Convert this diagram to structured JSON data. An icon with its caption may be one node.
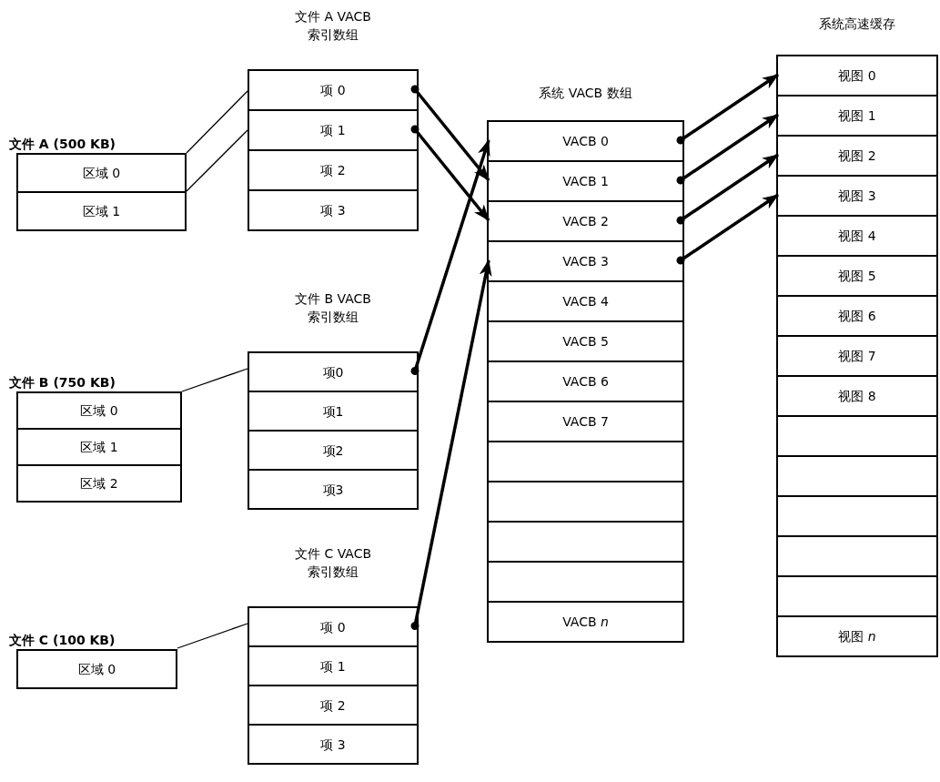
{
  "diagram": {
    "nodes": [
      {
        "text": [
          "文件 A (500 KB)"
        ]
      },
      {
        "text": [
          "区域 0"
        ],
        "in": 0
      },
      {
        "text": [
          "区域 1"
        ],
        "in": 0
      },
      {
        "text": [
          "文件 A VACB 索引数组"
        ]
      },
      {
        "text": [
          "项 0"
        ],
        "in": 3
      },
      {
        "text": [
          "项 1"
        ],
        "in": 3
      },
      {
        "text": [
          "项 2"
        ],
        "in": 3
      },
      {
        "text": [
          "项 3"
        ],
        "in": 3
      },
      {
        "text": [
          "系统 VACB 数组"
        ]
      },
      {
        "text": [
          "VACB 0"
        ],
        "in": 8
      },
      {
        "text": [
          "VACB 1"
        ],
        "in": 8
      },
      {
        "text": [
          "VACB 2"
        ],
        "in": 8
      },
      {
        "text": [
          "VACB 3"
        ],
        "in": 8
      },
      {
        "text": [
          "VACB 4"
        ],
        "in": 8
      },
      {
        "text": [
          "VACB 5"
        ],
        "in": 8
      },
      {
        "text": [
          "VACB 6"
        ],
        "in": 8
      },
      {
        "text": [
          "VACB 7"
        ],
        "in": 8
      },
      {
        "text": [],
        "shape": "box",
        "in": 8
      },
      {
        "text": [],
        "shape": "box",
        "in": 8
      },
      {
        "text": [],
        "shape": "box",
        "in": 8
      },
      {
        "text": [],
        "shape": "box",
        "in": 8
      },
      {
        "text": [
          "VACB *n*"
        ],
        "in": 8
      },
      {
        "text": [
          "系统高速缓存"
        ]
      },
      {
        "text": [
          "视图 0"
        ],
        "in": 22
      },
      {
        "text": [
          "视图 1"
        ],
        "in": 22
      },
      {
        "text": [
          "视图 2"
        ],
        "in": 22
      },
      {
        "text": [
          "视图 3"
        ],
        "in": 22
      },
      {
        "text": [
          "视图 4"
        ],
        "in": 22
      },
      {
        "text": [
          "视图 5"
        ],
        "in": 22
      },
      {
        "text": [
          "视图 6"
        ],
        "in": 22
      },
      {
        "text": [
          "视图 7"
        ],
        "in": 22
      },
      {
        "text": [
          "视图 8"
        ],
        "in": 22
      },
      {
        "text": [],
        "shape": "box",
        "in": 22
      },
      {
        "text": [],
        "shape": "box",
        "in": 22
      },
      {
        "text": [],
        "shape": "box",
        "in": 22
      },
      {
        "text": [],
        "shape": "box",
        "in": 22
      },
      {
        "text": [],
        "shape": "box",
        "in": 22
      },
      {
        "text": [
          "视图 *n*"
        ],
        "in": 22
      },
      {
        "text": [
          "文件 B (750 KB)"
        ]
      },
      {
        "text": [
          "区域 0"
        ],
        "in": 38
      },
      {
        "text": [
          "区域 1"
        ],
        "in": 38
      },
      {
        "text": [
          "区域 2"
        ],
        "in": 38
      },
      {
        "text": [
          "文件 B VACB 索引数组"
        ]
      },
      {
        "text": [
          "项0"
        ],
        "in": 42
      },
      {
        "text": [
          "项1"
        ],
        "in": 42
      },
      {
        "text": [
          "项2"
        ],
        "in": 42
      },
      {
        "text": [
          "项3"
        ],
        "in": 42
      },
      {
        "text": [
          "文件 C (100 KB)"
        ]
      },
      {
        "text": [
          "区域 0"
        ],
        "in": 47
      },
      {
        "text": [
          "文件 C VACB 索引数组"
        ]
      },
      {
        "text": [
          "项 0"
        ],
        "in": 49
      },
      {
        "text": [
          "项 1"
        ],
        "in": 49
      },
      {
        "text": [
          "项 2"
        ],
        "in": 49
      },
      {
        "text": [
          "项 3"
        ],
        "in": 49
      }
    ],
    "edges": [
      {
        "from": 0,
        "to": 3,
        "arrow": "none"
      },
      {
        "from": 0,
        "to": 3,
        "arrow": "none"
      },
      {
        "from": 38,
        "to": 42,
        "arrow": "none"
      },
      {
        "from": 47,
        "to": 49,
        "arrow": "none"
      },
      {
        "from": 4,
        "to": 10,
        "arrow": "to"
      },
      {
        "from": 5,
        "to": 11,
        "arrow": "to"
      },
      {
        "from": 43,
        "to": 9,
        "arrow": "to"
      },
      {
        "from": 50,
        "to": 12,
        "arrow": "to"
      },
      {
        "from": 9,
        "to": 23,
        "arrow": "to"
      },
      {
        "from": 10,
        "to": 24,
        "arrow": "to"
      },
      {
        "from": 11,
        "to": 25,
        "arrow": "to"
      },
      {
        "from": 12,
        "to": 26,
        "arrow": "to"
      }
    ]
  }
}
